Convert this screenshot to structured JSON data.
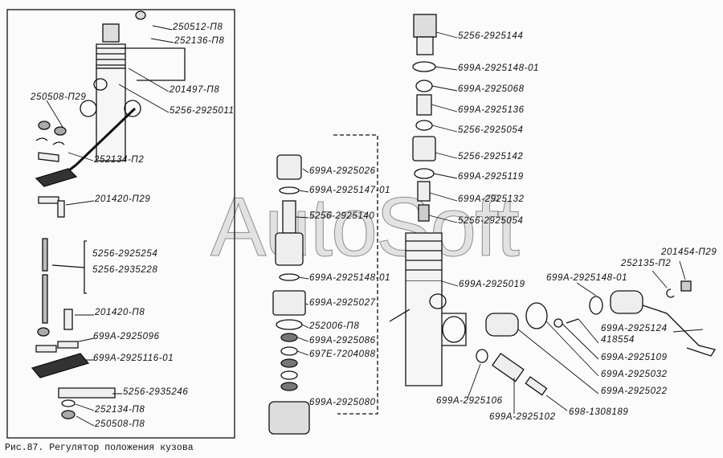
{
  "caption": "Рис.87. Регулятор положения кузова",
  "watermark": "AutoSoft",
  "labels": {
    "l1": "250512-П8",
    "l2": "252136-П8",
    "l3": "201497-П8",
    "l4": "5256-2925011",
    "l5": "250508-П29",
    "l6": "252134-П2",
    "l7": "201420-П29",
    "l8": "5256-2925254",
    "l9": "5256-2935228",
    "l10": "201420-П8",
    "l11": "699А-2925096",
    "l12": "699А-2925116-01",
    "l13": "5256-2935246",
    "l14": "252134-П8",
    "l15": "250508-П8",
    "m1": "699А-2925026",
    "m2": "699А-2925147-01",
    "m3": "5256-2925140",
    "m4": "699А-2925148-01",
    "m5": "699А-2925027",
    "m6": "252006-П8",
    "m7": "699А-2925086",
    "m8": "697Е-7204088",
    "m9": "699А-2925080",
    "r1": "5256-2925144",
    "r2": "699А-2925148-01",
    "r3": "699А-2925068",
    "r4": "699А-2925136",
    "r5": "5256-2925054",
    "r6": "5256-2925142",
    "r7": "699А-2925119",
    "r8": "699А-2925132",
    "r9": "5256-2925054",
    "r10": "699А-2925019",
    "s1": "699А-2925148-01",
    "s2": "252135-П2",
    "s3": "201454-П29",
    "s4": "699А-2925124",
    "s5": "418554",
    "s6": "699А-2925109",
    "s7": "699А-2925032",
    "s8": "699А-2925022",
    "s9": "699А-2925106",
    "s10": "699А-2925102",
    "s11": "698-1308189"
  }
}
